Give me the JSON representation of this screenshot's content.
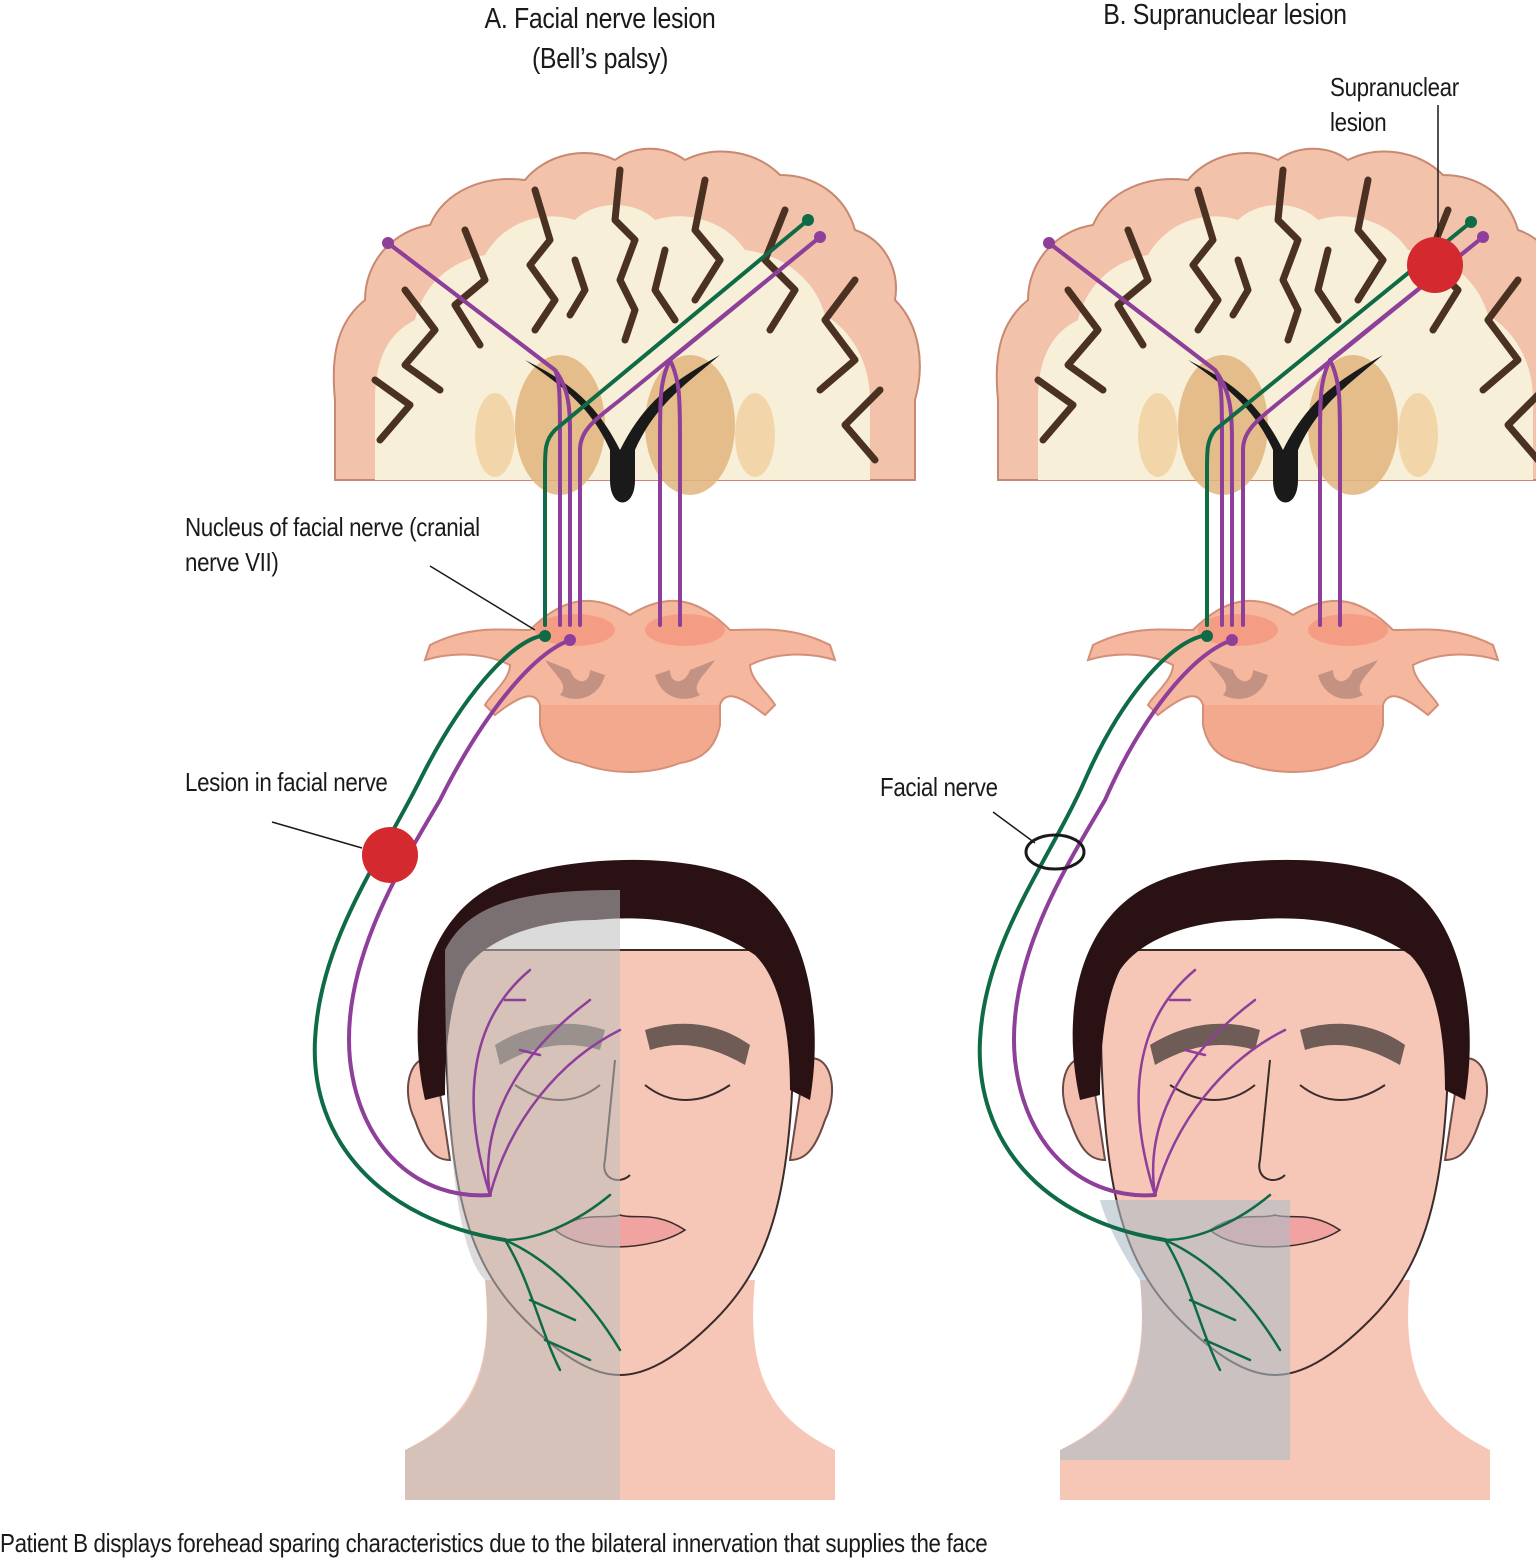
{
  "panel_a": {
    "title_line1": "A. Facial nerve lesion",
    "title_line2": "(Bell’s palsy)",
    "nucleus_label_line1": "Nucleus of facial nerve (cranial",
    "nucleus_label_line2": "nerve VII)",
    "lesion_label": "Lesion in facial nerve"
  },
  "panel_b": {
    "title": "B. Supranuclear lesion",
    "lesion_label_line1": "Supranuclear",
    "lesion_label_line2": "lesion",
    "nerve_label": "Facial nerve"
  },
  "caption": "Patient B displays forehead sparing characteristics due to the bilateral innervation that supplies the face",
  "colors": {
    "upper_motor_pathway": "#8e3f9a",
    "lower_motor_pathway": "#0e6b45",
    "lesion": "#d42a2f",
    "brain_cortex": "#f2c2ab",
    "white_matter": "#f7efd8",
    "brainstem": "#f6b79f",
    "hair": "#2a1214",
    "skin": "#f6c7b7",
    "paralysed_side_a": "#d8d4d3",
    "paralysed_side_b": "#cbd1d6"
  }
}
